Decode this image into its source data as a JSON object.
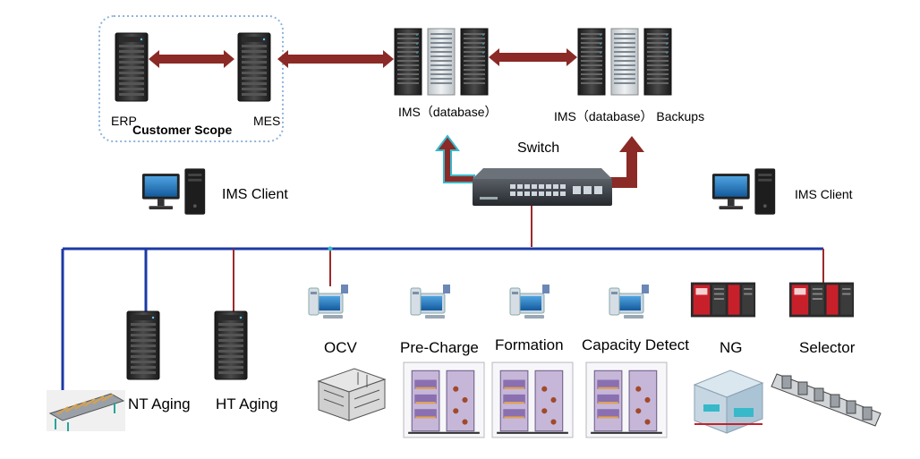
{
  "colors": {
    "data_arrow": "#8b2a26",
    "bus_blue": "#1c3aa6",
    "drop_red": "#9c2a2a",
    "scope_border": "#8fb4dc",
    "highlight_cyan": "#37b9c9",
    "plc_red": "#c8202a"
  },
  "scope": {
    "label": "Customer Scope",
    "erp_label": "ERP",
    "mes_label": "MES"
  },
  "servers": {
    "ims_db_label": "IMS（database）",
    "ims_backup_label": "IMS（database） Backups"
  },
  "network": {
    "switch_label": "Switch"
  },
  "clients": {
    "left_label": "IMS Client",
    "right_label": "IMS Client"
  },
  "stations": [
    {
      "id": "nt-aging",
      "label": "NT Aging",
      "icon": "server-tower-icon"
    },
    {
      "id": "ht-aging",
      "label": "HT Aging",
      "icon": "server-tower-icon"
    },
    {
      "id": "ocv",
      "label": "OCV",
      "icon": "workstation-icon"
    },
    {
      "id": "pre-charge",
      "label": "Pre-Charge",
      "icon": "workstation-icon"
    },
    {
      "id": "formation",
      "label": "Formation",
      "icon": "workstation-icon"
    },
    {
      "id": "capacity-detect",
      "label": "Capacity Detect",
      "icon": "workstation-icon"
    },
    {
      "id": "ng",
      "label": "NG",
      "icon": "plc-icon"
    },
    {
      "id": "selector",
      "label": "Selector",
      "icon": "plc-icon"
    }
  ]
}
